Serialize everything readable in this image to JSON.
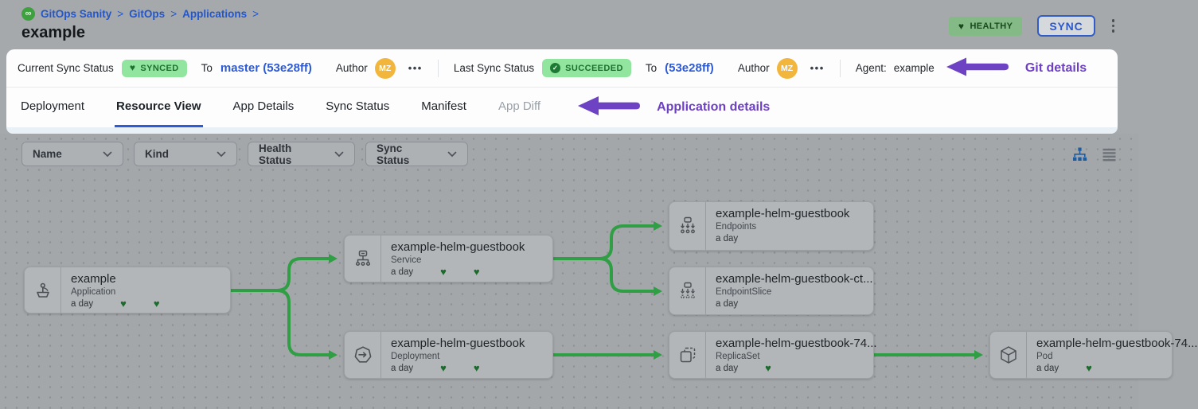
{
  "header": {
    "breadcrumbs": [
      "GitOps Sanity",
      "GitOps",
      "Applications"
    ],
    "separator": ">",
    "title": "example",
    "health_badge": "HEALTHY",
    "sync_button": "SYNC"
  },
  "sync_bar": {
    "current": {
      "label": "Current Sync Status",
      "badge": "SYNCED",
      "to_label": "To",
      "revision": "master (53e28ff)",
      "author_label": "Author",
      "avatar": "MZ"
    },
    "last": {
      "label": "Last Sync Status",
      "badge": "SUCCEEDED",
      "to_label": "To",
      "revision": "(53e28ff)",
      "author_label": "Author",
      "avatar": "MZ"
    },
    "agent_label": "Agent:",
    "agent_value": "example",
    "annotation": "Git details"
  },
  "tabs": {
    "items": [
      "Deployment",
      "Resource View",
      "App Details",
      "Sync Status",
      "Manifest",
      "App Diff"
    ],
    "active": "Resource View",
    "annotation": "Application details"
  },
  "filters": {
    "items": [
      "Name",
      "Kind",
      "Health Status",
      "Sync Status"
    ]
  },
  "graph": {
    "nodes": [
      {
        "title": "example",
        "kind": "Application",
        "age": "a day",
        "hearts": 2
      },
      {
        "title": "example-helm-guestbook",
        "kind": "Service",
        "age": "a day",
        "hearts": 2
      },
      {
        "title": "example-helm-guestbook",
        "kind": "Deployment",
        "age": "a day",
        "hearts": 2
      },
      {
        "title": "example-helm-guestbook",
        "kind": "Endpoints",
        "age": "a day",
        "hearts": 0
      },
      {
        "title": "example-helm-guestbook-ct...",
        "kind": "EndpointSlice",
        "age": "a day",
        "hearts": 0
      },
      {
        "title": "example-helm-guestbook-74...",
        "kind": "ReplicaSet",
        "age": "a day",
        "hearts": 1
      },
      {
        "title": "example-helm-guestbook-74...",
        "kind": "Pod",
        "age": "a day",
        "hearts": 1
      }
    ]
  },
  "icons": {
    "heart": "♥",
    "check": "✓",
    "more": "•••",
    "logo": "∞"
  },
  "colors": {
    "accent_blue": "#2d5bd7",
    "badge_green_bg": "#92e59e",
    "badge_green_text": "#1e6f2f",
    "edge_green": "#2f9e44",
    "annotation_purple": "#6d43c4",
    "avatar_yellow": "#f2b63c",
    "heart_green": "#1c6b2c",
    "health_badge_bg": "#83ba85"
  }
}
